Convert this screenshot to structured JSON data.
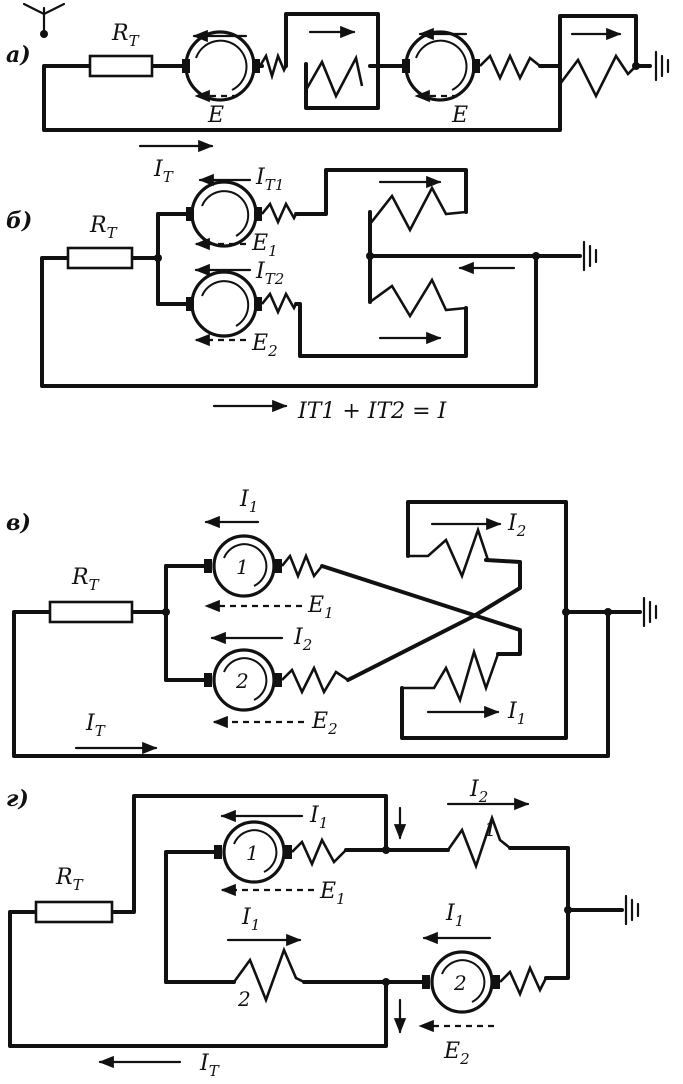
{
  "panels": {
    "a": {
      "letter": "а)",
      "resistor": "R",
      "resistor_sub": "Т",
      "emf_left": "E",
      "emf_right": "E",
      "current": "I",
      "current_sub": "Т"
    },
    "b": {
      "letter": "б)",
      "resistor": "R",
      "resistor_sub": "Т",
      "current_1": "I",
      "current_1_sub": "Т1",
      "current_2": "I",
      "current_2_sub": "Т2",
      "emf_1": "E",
      "emf_1_sub": "1",
      "emf_2": "E",
      "emf_2_sub": "2",
      "sum_formula": "IТ1 + IТ2 = I"
    },
    "c": {
      "letter": "в)",
      "resistor": "R",
      "resistor_sub": "Т",
      "current_1": "I",
      "current_1_sub": "1",
      "current_2": "I",
      "current_2_sub": "2",
      "emf_1": "E",
      "emf_1_sub": "1",
      "emf_2": "E",
      "emf_2_sub": "2",
      "machine_1": "1",
      "machine_2": "2",
      "coil_current_top": "I",
      "coil_current_top_sub": "2",
      "coil_current_bottom": "I",
      "coil_current_bottom_sub": "1",
      "current": "I",
      "current_sub": "Т"
    },
    "d": {
      "letter": "г)",
      "resistor": "R",
      "resistor_sub": "Т",
      "current_1": "I",
      "current_1_sub": "1",
      "emf_1": "E",
      "emf_1_sub": "1",
      "machine_1": "1",
      "machine_2": "2",
      "current_2_top": "I",
      "current_2_top_sub": "2",
      "coil_1": "1",
      "coil_2": "2",
      "current_mid_left": "I",
      "current_mid_left_sub": "1",
      "current_mid_right": "I",
      "current_mid_right_sub": "1",
      "emf_2": "E",
      "emf_2_sub": "2",
      "current": "I",
      "current_sub": "Т"
    }
  }
}
